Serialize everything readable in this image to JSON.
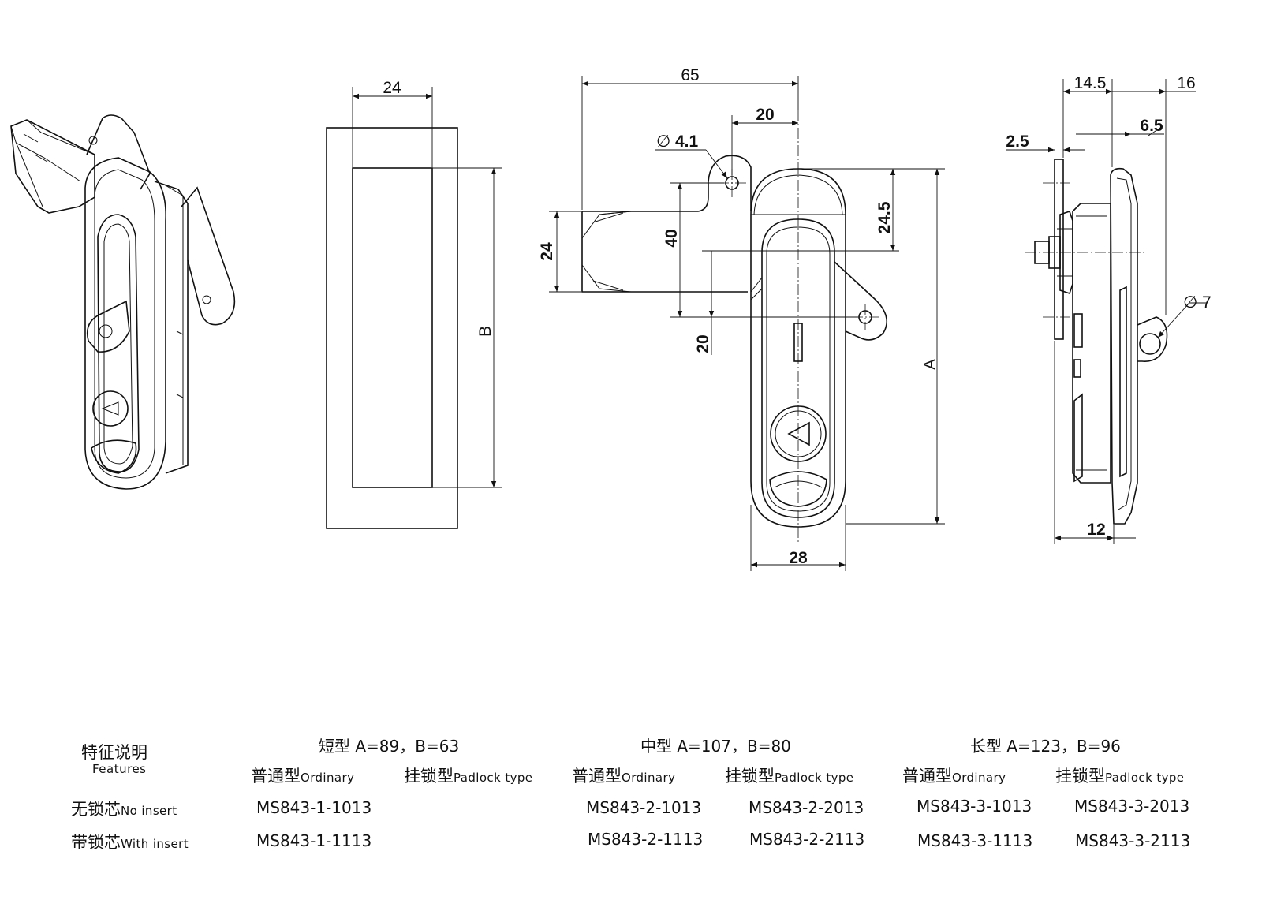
{
  "dimensions": {
    "front": {
      "width_top": "65",
      "offset": "20",
      "hole": "4.1",
      "hole_prefix": "∅",
      "handle_width": "24",
      "pivot_height": "40",
      "lower_offset": "20",
      "top_offset": "24.5",
      "overall_height": "A",
      "body_width": "28"
    },
    "cutout": {
      "width": "24",
      "height": "B"
    },
    "side": {
      "depth_a": "14.5",
      "depth_b": "16",
      "flange": "2.5",
      "face": "6.5",
      "hole": "7",
      "hole_prefix": "∅",
      "bottom": "12"
    }
  },
  "features": {
    "header_cn": "特征说明",
    "header_en": "Features",
    "groups": [
      {
        "label": "短型 A=89，B=63"
      },
      {
        "label": "中型 A=107，B=80"
      },
      {
        "label": "长型 A=123，B=96"
      }
    ],
    "subtypes": [
      {
        "cn": "普通型",
        "en": "Ordinary"
      },
      {
        "cn": "挂锁型",
        "en": "Padlock type"
      },
      {
        "cn": "普通型",
        "en": "Ordinary"
      },
      {
        "cn": "挂锁型",
        "en": "Padlock type"
      },
      {
        "cn": "普通型",
        "en": "Ordinary"
      },
      {
        "cn": "挂锁型",
        "en": "Padlock type"
      }
    ],
    "rows": [
      {
        "cn": "无锁芯",
        "en": "No insert",
        "codes": [
          "MS843-1-1013",
          "",
          "MS843-2-1013",
          "MS843-2-2013",
          "MS843-3-1013",
          "MS843-3-2013"
        ]
      },
      {
        "cn": "带锁芯",
        "en": "With insert",
        "codes": [
          "MS843-1-1113",
          "",
          "MS843-2-1113",
          "MS843-2-2113",
          "MS843-3-1113",
          "MS843-3-2113"
        ]
      }
    ]
  }
}
